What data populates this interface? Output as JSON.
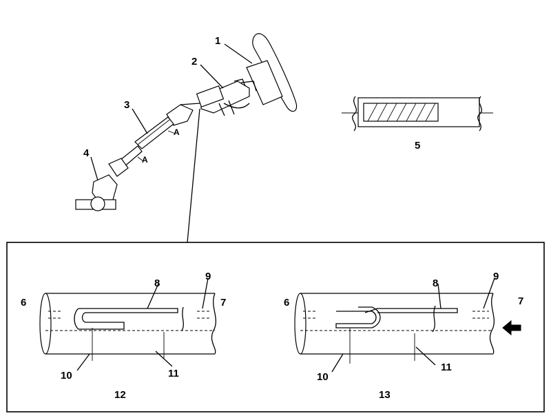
{
  "callouts": {
    "steering_wheel": "1",
    "upper_column": "2",
    "intermediate_shaft": "3",
    "gear_box": "4",
    "section_detail": "5",
    "left_end": "6",
    "right_end": "7",
    "clip": "8",
    "pin": "9",
    "lower_tube": "10",
    "upper_tube": "11",
    "state_normal": "12",
    "state_collapsed": "13",
    "mark_a1": "A",
    "mark_a2": "A"
  },
  "arrow": {
    "direction": "left"
  }
}
